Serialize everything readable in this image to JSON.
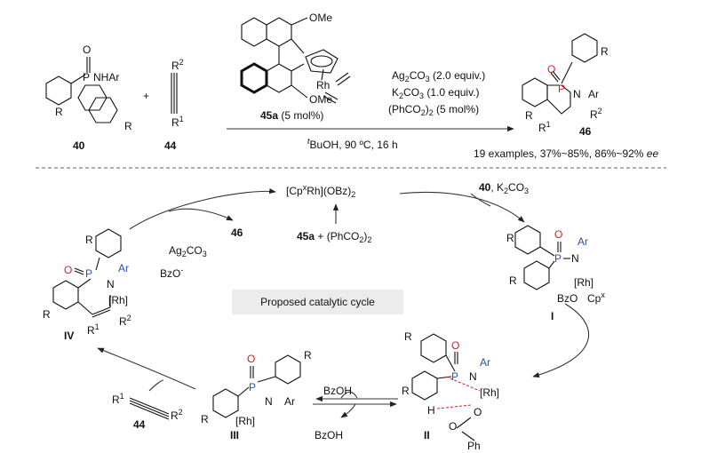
{
  "top": {
    "reactant_1": {
      "number": "40",
      "group": "NHAr",
      "p_atom": "P",
      "o_atom": "O",
      "r1": "R",
      "r2": "R"
    },
    "plus": "+",
    "reactant_2": {
      "number": "44",
      "r_top": "R",
      "r_top_sup": "2",
      "r_bottom": "R",
      "r_bottom_sup": "1"
    },
    "catalyst": {
      "ome_top": "OMe",
      "ome_bottom": "OMe",
      "rh": "Rh",
      "name": "45a",
      "loading": "(5 mol%)"
    },
    "reagents": [
      {
        "pre": "Ag",
        "sub1": "2",
        "mid": "CO",
        "sub2": "3",
        "post": " (2.0 equiv.)"
      },
      {
        "pre": "K",
        "sub1": "2",
        "mid": "CO",
        "sub2": "3",
        "post": " (1.0 equiv.)"
      },
      {
        "pre": "(PhCO",
        "sub1": "2",
        "mid": ")",
        "sub2": "2",
        "post": " (5 mol%)"
      }
    ],
    "conditions": {
      "sup": "t",
      "text": "BuOH, 90 ºC, 16 h"
    },
    "product": {
      "number": "46",
      "o": "O",
      "p": "P",
      "n": "N",
      "ar": "Ar",
      "r": "R",
      "r1": "R",
      "r1_sup": "1",
      "r2": "R",
      "r2_sup": "2"
    },
    "summary": {
      "text": "19 examples, 37%~85%, 86%~92% ",
      "ee": "ee"
    }
  },
  "cycle": {
    "label": "Proposed catalytic cycle",
    "catalyst": {
      "pre": "[Cp",
      "sup": "x",
      "post": "Rh](OBz)",
      "sub": "2"
    },
    "precatalyst": {
      "a": "45a",
      "plus": " +  (PhCO",
      "sub1": "2",
      "close": ")",
      "sub2": "2"
    },
    "step1": {
      "sub": "40",
      "rest": ", K",
      "sub2": "2",
      "tail": "CO",
      "sub3": "3"
    },
    "ag": {
      "pre": "Ag",
      "sub1": "2",
      "mid": "CO",
      "sub2": "3"
    },
    "bzo": {
      "text": "BzO",
      "sup": "-"
    },
    "product_46": "46",
    "bzoh_in": "BzOH",
    "bzoh_out": "BzOH",
    "alkyne": {
      "r1": "R",
      "r1_sup": "1",
      "r2": "R",
      "r2_sup": "2",
      "number": "44"
    },
    "int_I": {
      "label": "I",
      "r": "R",
      "p": "P",
      "o": "O",
      "n": "N",
      "ar": "Ar",
      "rh": "[Rh]",
      "bzo": "BzO",
      "cp": "Cp",
      "cp_sup": "x"
    },
    "int_II": {
      "label": "II",
      "r": "R",
      "p": "P",
      "o": "O",
      "n": "N",
      "ar": "Ar",
      "rh": "[Rh]",
      "h": "H",
      "o2": "O",
      "o3": "O",
      "ph": "Ph"
    },
    "int_III": {
      "label": "III",
      "r": "R",
      "p": "P",
      "o": "O",
      "n": "N",
      "ar": "Ar",
      "rh": "[Rh]"
    },
    "int_IV": {
      "label": "IV",
      "r": "R",
      "p": "P",
      "o": "O",
      "n": "N",
      "ar": "Ar",
      "rh": "[Rh]",
      "r1": "R",
      "r1_sup": "1",
      "r2": "R",
      "r2_sup": "2"
    }
  }
}
